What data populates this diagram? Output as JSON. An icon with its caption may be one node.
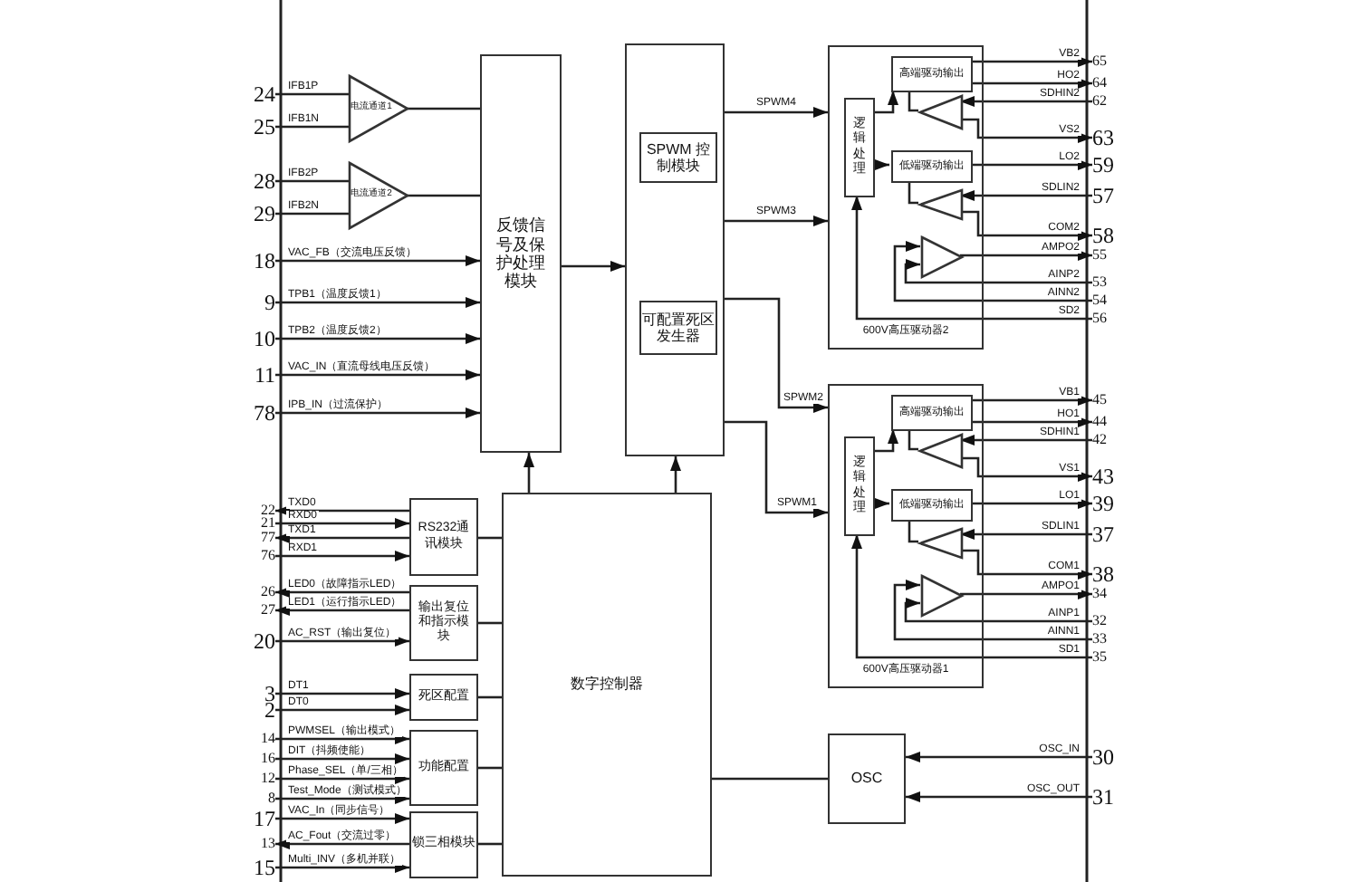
{
  "diagram": {
    "nodes": [
      {
        "text": [
          "电流通道1"
        ]
      },
      {
        "text": [
          "电流通道2"
        ]
      },
      {
        "text": [
          "反馈信号及保护处理模块"
        ]
      },
      {
        "text": [],
        "shape": "box"
      },
      {
        "text": [
          "SPWM 控制模块"
        ],
        "in": 3
      },
      {
        "text": [
          "可配置死区发生器"
        ],
        "in": 3
      },
      {
        "text": [
          "600V高压驱动器2"
        ]
      },
      {
        "text": [
          "逻辑处理"
        ],
        "in": 6
      },
      {
        "text": [
          "高端驱动输出"
        ],
        "in": 6
      },
      {
        "text": [],
        "shape": "triangle",
        "in": 6
      },
      {
        "text": [
          "低端驱动输出"
        ],
        "in": 6
      },
      {
        "text": [],
        "shape": "triangle",
        "in": 6
      },
      {
        "text": [],
        "shape": "triangle",
        "in": 6
      },
      {
        "text": [
          "600V高压驱动器1"
        ]
      },
      {
        "text": [
          "逻辑处理"
        ],
        "in": 13
      },
      {
        "text": [
          "高端驱动输出"
        ],
        "in": 13
      },
      {
        "text": [],
        "shape": "triangle",
        "in": 13
      },
      {
        "text": [
          "低端驱动输出"
        ],
        "in": 13
      },
      {
        "text": [],
        "shape": "triangle",
        "in": 13
      },
      {
        "text": [],
        "shape": "triangle",
        "in": 13
      },
      {
        "text": [
          "RS232通讯模块"
        ]
      },
      {
        "text": [
          "输出复位和指示模块"
        ]
      },
      {
        "text": [
          "死区配置"
        ]
      },
      {
        "text": [
          "功能配置"
        ]
      },
      {
        "text": [
          "锁三相模块"
        ]
      },
      {
        "text": [
          "数字控制器"
        ]
      },
      {
        "text": [
          "OSC"
        ]
      },
      {
        "text": [
          "24"
        ]
      },
      {
        "text": [
          "25"
        ]
      },
      {
        "text": [
          "28"
        ]
      },
      {
        "text": [
          "29"
        ]
      },
      {
        "text": [
          "18"
        ]
      },
      {
        "text": [
          "9"
        ]
      },
      {
        "text": [
          "10"
        ]
      },
      {
        "text": [
          "11"
        ]
      },
      {
        "text": [
          "78"
        ]
      },
      {
        "text": [
          "65"
        ]
      },
      {
        "text": [
          "64"
        ]
      },
      {
        "text": [
          "62"
        ]
      },
      {
        "text": [
          "63"
        ]
      },
      {
        "text": [
          "59"
        ]
      },
      {
        "text": [
          "57"
        ]
      },
      {
        "text": [
          "58"
        ]
      },
      {
        "text": [
          "55"
        ]
      },
      {
        "text": [
          "53"
        ]
      },
      {
        "text": [
          "54"
        ]
      },
      {
        "text": [
          "56"
        ]
      },
      {
        "text": [
          "45"
        ]
      },
      {
        "text": [
          "44"
        ]
      },
      {
        "text": [
          "42"
        ]
      },
      {
        "text": [
          "43"
        ]
      },
      {
        "text": [
          "39"
        ]
      },
      {
        "text": [
          "37"
        ]
      },
      {
        "text": [
          "38"
        ]
      },
      {
        "text": [
          "34"
        ]
      },
      {
        "text": [
          "32"
        ]
      },
      {
        "text": [
          "33"
        ]
      },
      {
        "text": [
          "35"
        ]
      },
      {
        "text": [
          "22"
        ]
      },
      {
        "text": [
          "21"
        ]
      },
      {
        "text": [
          "77"
        ]
      },
      {
        "text": [
          "76"
        ]
      },
      {
        "text": [
          "26"
        ]
      },
      {
        "text": [
          "27"
        ]
      },
      {
        "text": [
          "20"
        ]
      },
      {
        "text": [
          "3"
        ]
      },
      {
        "text": [
          "2"
        ]
      },
      {
        "text": [
          "14"
        ]
      },
      {
        "text": [
          "16"
        ]
      },
      {
        "text": [
          "12"
        ]
      },
      {
        "text": [
          "8"
        ]
      },
      {
        "text": [
          "17"
        ]
      },
      {
        "text": [
          "13"
        ]
      },
      {
        "text": [
          "15"
        ]
      },
      {
        "text": [
          "30"
        ]
      },
      {
        "text": [
          "31"
        ]
      }
    ],
    "edges": [
      {
        "from": 27,
        "to": 0,
        "arrow": "none",
        "label": "IFB1P"
      },
      {
        "from": 28,
        "to": 0,
        "arrow": "none",
        "label": "IFB1N"
      },
      {
        "from": 29,
        "to": 1,
        "arrow": "none",
        "label": "IFB2P"
      },
      {
        "from": 30,
        "to": 1,
        "arrow": "none",
        "label": "IFB2N"
      },
      {
        "from": 0,
        "to": 2,
        "arrow": "none"
      },
      {
        "from": 1,
        "to": 2,
        "arrow": "none"
      },
      {
        "from": 31,
        "to": 2,
        "arrow": "to",
        "label": "VAC_FB（交流电压反馈）"
      },
      {
        "from": 32,
        "to": 2,
        "arrow": "to",
        "label": "TPB1（温度反馈1）"
      },
      {
        "from": 33,
        "to": 2,
        "arrow": "to",
        "label": "TPB2（温度反馈2）"
      },
      {
        "from": 34,
        "to": 2,
        "arrow": "to",
        "label": "VAC_IN（直流母线电压反馈）"
      },
      {
        "from": 35,
        "to": 2,
        "arrow": "to",
        "label": "IPB_IN（过流保护）"
      },
      {
        "from": 2,
        "to": 3,
        "arrow": "to"
      },
      {
        "from": 3,
        "to": 6,
        "arrow": "to",
        "label": "SPWM4"
      },
      {
        "from": 3,
        "to": 6,
        "arrow": "to",
        "label": "SPWM3"
      },
      {
        "from": 3,
        "to": 13,
        "arrow": "to",
        "label": "SPWM2"
      },
      {
        "from": 3,
        "to": 13,
        "arrow": "to",
        "label": "SPWM1"
      },
      {
        "from": 7,
        "to": 8,
        "arrow": "to"
      },
      {
        "from": 7,
        "to": 10,
        "arrow": "to"
      },
      {
        "from": 8,
        "to": 36,
        "arrow": "to",
        "label": "VB2"
      },
      {
        "from": 8,
        "to": 37,
        "arrow": "to",
        "label": "HO2"
      },
      {
        "from": 38,
        "to": 9,
        "arrow": "to",
        "label": "SDHIN2"
      },
      {
        "from": 9,
        "to": 8,
        "arrow": "none"
      },
      {
        "from": 9,
        "to": 39,
        "arrow": "to",
        "label": "VS2"
      },
      {
        "from": 10,
        "to": 40,
        "arrow": "to",
        "label": "LO2"
      },
      {
        "from": 41,
        "to": 11,
        "arrow": "to",
        "label": "SDLIN2"
      },
      {
        "from": 11,
        "to": 10,
        "arrow": "none"
      },
      {
        "from": 11,
        "to": 42,
        "arrow": "to",
        "label": "COM2"
      },
      {
        "from": 12,
        "to": 43,
        "arrow": "to",
        "label": "AMPO2"
      },
      {
        "from": 44,
        "to": 12,
        "arrow": "to",
        "label": "AINP2"
      },
      {
        "from": 45,
        "to": 12,
        "arrow": "to",
        "label": "AINN2"
      },
      {
        "from": 46,
        "to": 7,
        "arrow": "to",
        "label": "SD2"
      },
      {
        "from": 14,
        "to": 15,
        "arrow": "to"
      },
      {
        "from": 14,
        "to": 17,
        "arrow": "to"
      },
      {
        "from": 15,
        "to": 47,
        "arrow": "to",
        "label": "VB1"
      },
      {
        "from": 15,
        "to": 48,
        "arrow": "to",
        "label": "HO1"
      },
      {
        "from": 49,
        "to": 16,
        "arrow": "to",
        "label": "SDHIN1"
      },
      {
        "from": 16,
        "to": 15,
        "arrow": "none"
      },
      {
        "from": 16,
        "to": 50,
        "arrow": "to",
        "label": "VS1"
      },
      {
        "from": 17,
        "to": 51,
        "arrow": "to",
        "label": "LO1"
      },
      {
        "from": 52,
        "to": 18,
        "arrow": "to",
        "label": "SDLIN1"
      },
      {
        "from": 18,
        "to": 17,
        "arrow": "none"
      },
      {
        "from": 18,
        "to": 53,
        "arrow": "to",
        "label": "COM1"
      },
      {
        "from": 19,
        "to": 54,
        "arrow": "to",
        "label": "AMPO1"
      },
      {
        "from": 55,
        "to": 19,
        "arrow": "to",
        "label": "AINP1"
      },
      {
        "from": 56,
        "to": 19,
        "arrow": "to",
        "label": "AINN1"
      },
      {
        "from": 57,
        "to": 14,
        "arrow": "to",
        "label": "SD1"
      },
      {
        "from": 20,
        "to": 58,
        "arrow": "to",
        "label": "TXD0"
      },
      {
        "from": 59,
        "to": 20,
        "arrow": "to",
        "label": "RXD0"
      },
      {
        "from": 20,
        "to": 60,
        "arrow": "to",
        "label": "TXD1"
      },
      {
        "from": 61,
        "to": 20,
        "arrow": "to",
        "label": "RXD1"
      },
      {
        "from": 21,
        "to": 62,
        "arrow": "to",
        "label": "LED0（故障指示LED）"
      },
      {
        "from": 21,
        "to": 63,
        "arrow": "to",
        "label": "LED1（运行指示LED）"
      },
      {
        "from": 64,
        "to": 21,
        "arrow": "to",
        "label": "AC_RST（输出复位）"
      },
      {
        "from": 65,
        "to": 22,
        "arrow": "to",
        "label": "DT1"
      },
      {
        "from": 66,
        "to": 22,
        "arrow": "to",
        "label": "DT0"
      },
      {
        "from": 67,
        "to": 23,
        "arrow": "to",
        "label": "PWMSEL（输出模式）"
      },
      {
        "from": 68,
        "to": 23,
        "arrow": "to",
        "label": "DIT（抖频使能）"
      },
      {
        "from": 69,
        "to": 23,
        "arrow": "to",
        "label": "Phase_SEL（单/三相）"
      },
      {
        "from": 70,
        "to": 23,
        "arrow": "to",
        "label": "Test_Mode（测试模式）"
      },
      {
        "from": 71,
        "to": 24,
        "arrow": "to",
        "label": "VAC_In（同步信号）"
      },
      {
        "from": 24,
        "to": 72,
        "arrow": "to",
        "label": "AC_Fout（交流过零）"
      },
      {
        "from": 73,
        "to": 24,
        "arrow": "to",
        "label": "Multi_INV（多机并联）"
      },
      {
        "from": 20,
        "to": 25,
        "arrow": "none"
      },
      {
        "from": 21,
        "to": 25,
        "arrow": "none"
      },
      {
        "from": 22,
        "to": 25,
        "arrow": "none"
      },
      {
        "from": 23,
        "to": 25,
        "arrow": "none"
      },
      {
        "from": 24,
        "to": 25,
        "arrow": "none"
      },
      {
        "from": 25,
        "to": 2,
        "arrow": "to"
      },
      {
        "from": 25,
        "to": 3,
        "arrow": "to"
      },
      {
        "from": 74,
        "to": 26,
        "arrow": "to",
        "label": "OSC_IN"
      },
      {
        "from": 75,
        "to": 26,
        "arrow": "to",
        "label": "OSC_OUT"
      },
      {
        "from": 25,
        "to": 26,
        "arrow": "none"
      }
    ]
  }
}
